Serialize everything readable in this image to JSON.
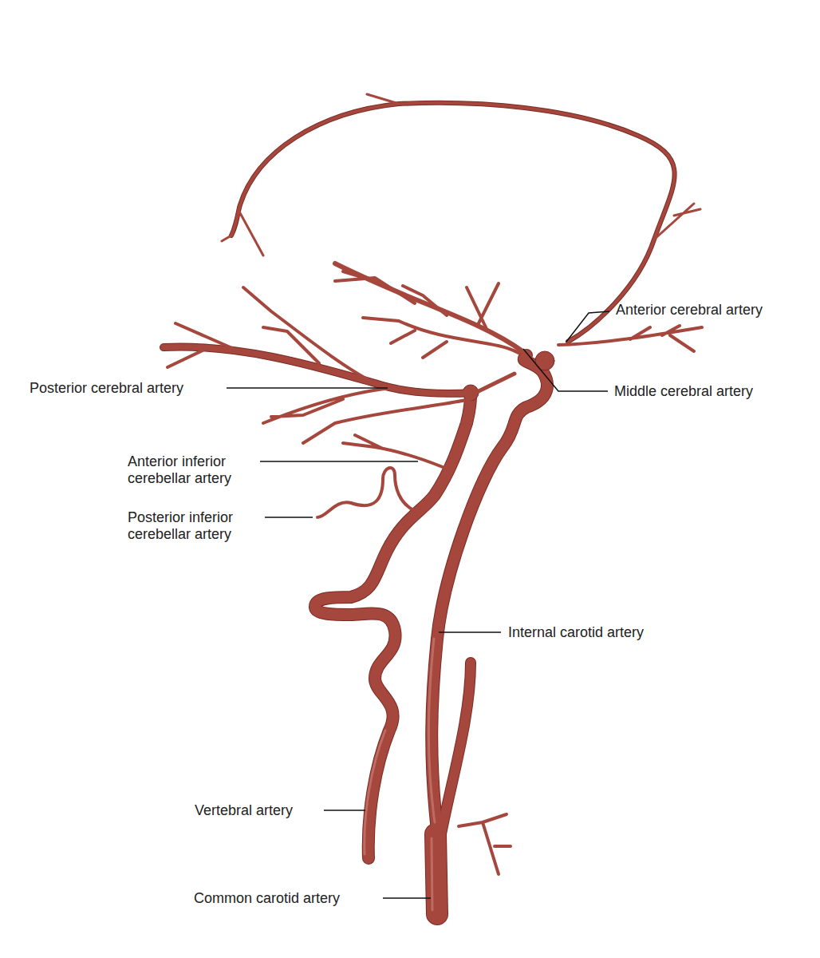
{
  "diagram": {
    "labels": [
      "Anterior cerebral artery",
      "Middle cerebral artery",
      "Posterior cerebral artery",
      "Anterior inferior cerebellar artery",
      "Posterior inferior cerebellar artery",
      "Internal carotid artery",
      "Vertebral artery",
      "Common carotid artery"
    ]
  }
}
